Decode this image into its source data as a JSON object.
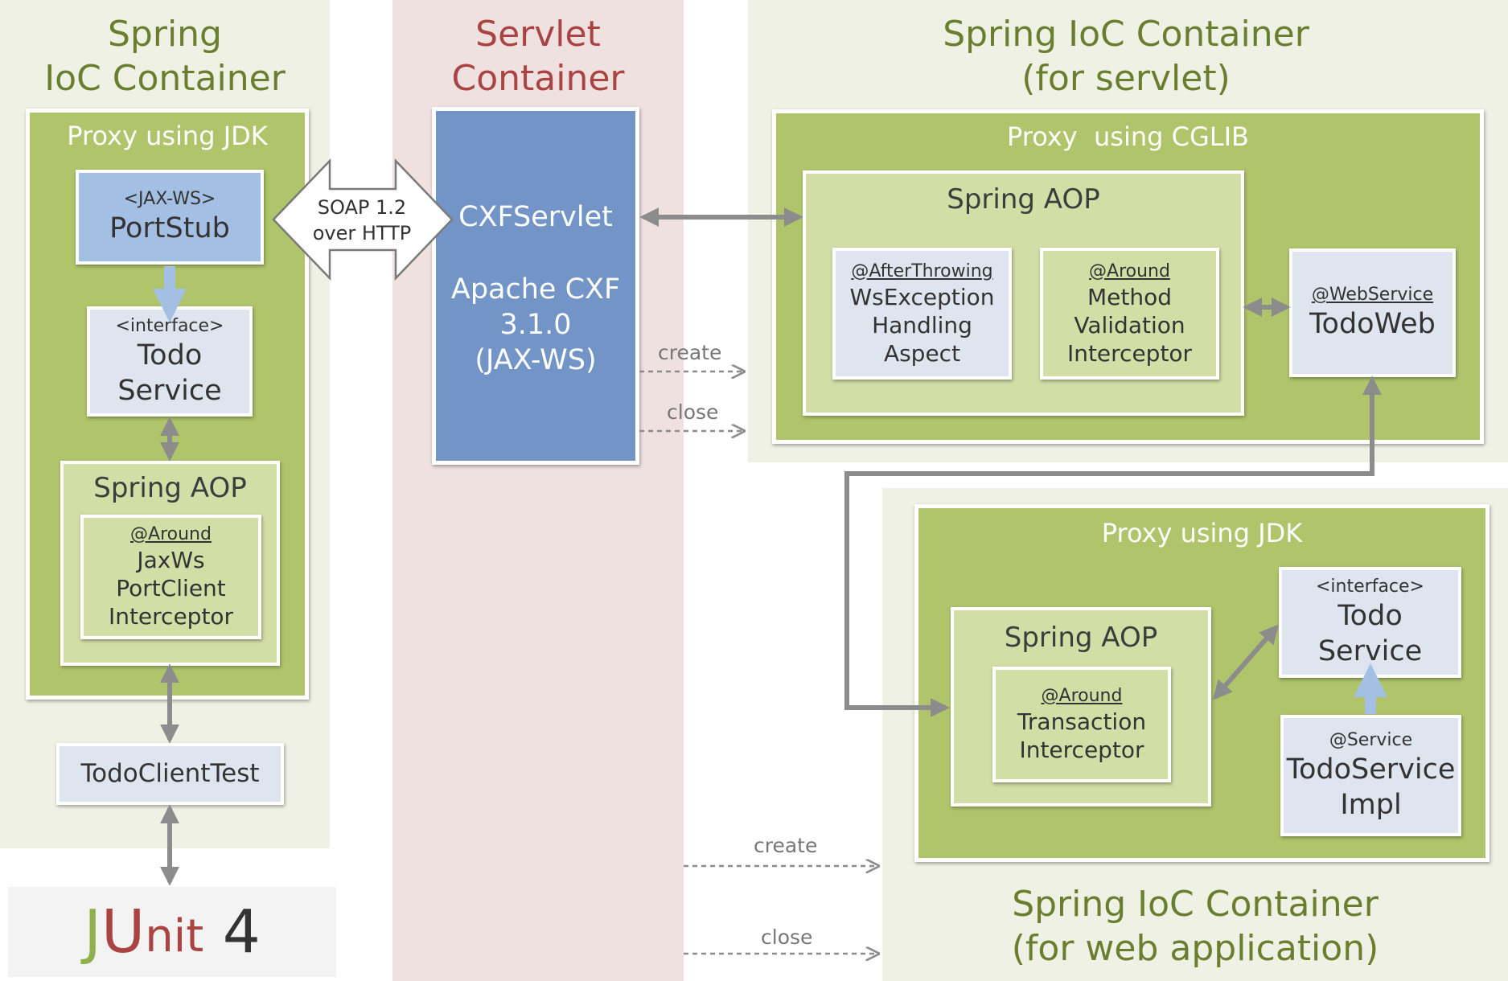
{
  "left": {
    "title_line1": "Spring",
    "title_line2": "IoC Container",
    "proxy_title": "Proxy using JDK",
    "portstub": {
      "stereotype": "<JAX-WS>",
      "name": "PortStub"
    },
    "todo_service": {
      "stereotype": "<interface>",
      "line1": "Todo",
      "line2": "Service"
    },
    "aop": {
      "title": "Spring AOP",
      "annotation": "@Around",
      "line1": "JaxWs",
      "line2": "PortClient",
      "line3": "Interceptor"
    },
    "client_test": "TodoClientTest",
    "junit": {
      "j": "J",
      "u": "U",
      "nit": "nit",
      "ver": " 4"
    }
  },
  "soap": {
    "line1": "SOAP 1.2",
    "line2": "over HTTP"
  },
  "servlet": {
    "title_line1": "Servlet",
    "title_line2": "Container",
    "cxf_servlet": "CXFServlet",
    "apache_line1": "Apache CXF",
    "apache_line2": "3.1.0",
    "apache_line3": "(JAX-WS)"
  },
  "right_servlet": {
    "title_line1": "Spring IoC Container",
    "title_line2": "(for servlet)",
    "proxy_title": "Proxy  using CGLIB",
    "aop_title": "Spring AOP",
    "ws_exception": {
      "annotation": "@AfterThrowing",
      "line1": "WsException",
      "line2": "Handling",
      "line3": "Aspect"
    },
    "method_validation": {
      "annotation": "@Around",
      "line1": "Method",
      "line2": "Validation",
      "line3": "Interceptor"
    },
    "todo_web": {
      "annotation": "@WebService",
      "name": "TodoWeb"
    }
  },
  "right_web": {
    "title_line1": "Spring IoC Container",
    "title_line2": "(for web application)",
    "proxy_title": "Proxy using JDK",
    "aop_title": "Spring AOP",
    "transaction": {
      "annotation": "@Around",
      "line1": "Transaction",
      "line2": "Interceptor"
    },
    "todo_service": {
      "stereotype": "<interface>",
      "line1": "Todo",
      "line2": "Service"
    },
    "todo_service_impl": {
      "annotation": "@Service",
      "line1": "TodoService",
      "line2": "Impl"
    }
  },
  "arrows": {
    "create_servlet": "create",
    "close_servlet": "close",
    "create_web": "create",
    "close_web": "close"
  },
  "colors": {
    "region_bg": "#eff1e4",
    "servlet_region_bg": "#f0e1e1",
    "proxy_green": "#afc46b",
    "aop_light_green": "#d3dda6",
    "component_blue_gray": "#dfe5ef",
    "portstub_blue": "#a4bfe4",
    "servlet_blue": "#7294c6",
    "title_olive": "#6b7d2f",
    "title_red": "#a94442",
    "arrow_gray": "#8c8c8c"
  }
}
